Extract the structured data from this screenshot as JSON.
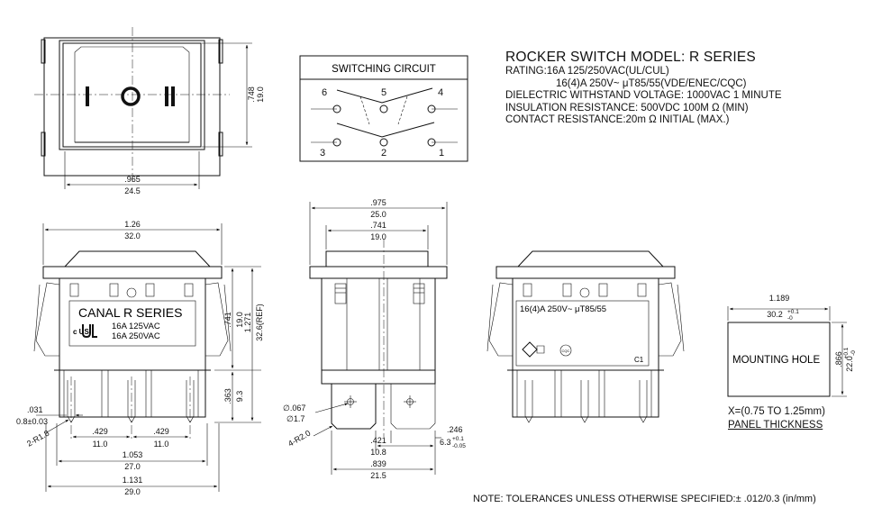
{
  "spec": {
    "title": "ROCKER SWITCH MODEL: R SERIES",
    "rating1": "RATING:16A 125/250VAC(UL/CUL)",
    "rating2": "16(4)A 250V~ μT85/55(VDE/ENEC/CQC)",
    "dielectric": "DIELECTRIC WITHSTAND VOLTAGE: 1000VAC 1 MINUTE",
    "insulation": "INSULATION RESISTANCE: 500VDC 100M Ω (MIN)",
    "contact": "CONTACT RESISTANCE:20m Ω INITIAL (MAX.)"
  },
  "circuit": {
    "title": "SWITCHING CIRCUIT",
    "terminals": [
      "6",
      "5",
      "4",
      "3",
      "2",
      "1"
    ]
  },
  "top_view": {
    "symbols": [
      "I",
      "O",
      "II"
    ],
    "dim_h_in": ".748",
    "dim_h_mm": "19.0",
    "dim_w_in": ".965",
    "dim_w_mm": "24.5"
  },
  "front_view": {
    "label_main": "CANAL R SERIES",
    "label_line1": "16A 125VAC",
    "label_line2": "16A 250VAC",
    "ul_mark": "c  US",
    "width_in": "1.26",
    "width_mm": "32.0",
    "h1_in": ".741",
    "h1_mm": "19.0",
    "h2_in": "1.271",
    "h2_mm": "32.6(REF)",
    "h3_in": ".363",
    "h3_mm": "9.3",
    "pin_in": ".031",
    "pin_mm": "0.8±0.03",
    "radius": "2-R1.8",
    "pitch1_in": ".429",
    "pitch1_mm": "11.0",
    "pitch2_in": ".429",
    "pitch2_mm": "11.0",
    "w2_in": "1.053",
    "w2_mm": "27.0",
    "w3_in": "1.131",
    "w3_mm": "29.0"
  },
  "side_view": {
    "w1_in": ".975",
    "w1_mm": "25.0",
    "w2_in": ".741",
    "w2_mm": "19.0",
    "hole_in": "∅.067",
    "hole_mm": "∅1.7",
    "radius": "4-R2.0",
    "tab_in": ".246",
    "tab_mm": "6.3",
    "tab_tol_up": "+0.1",
    "tab_tol_dn": "-0.05",
    "w3_in": ".421",
    "w3_mm": "10.8",
    "w4_in": ".839",
    "w4_mm": "21.5"
  },
  "back_view": {
    "label": "16(4)A 250V~ μT85/55",
    "cqc": "CQC",
    "code": "C1"
  },
  "mounting_hole": {
    "label": "MOUNTING HOLE",
    "w_in": "1.189",
    "w_mm": "30.2",
    "w_tol_up": "+0.1",
    "w_tol_dn": "-0",
    "h_in": ".866",
    "h_mm": "22.0",
    "h_tol_up": "+0.1",
    "h_tol_dn": "-0"
  },
  "panel": {
    "line1": "X=(0.75 TO 1.25mm)",
    "line2": "PANEL THICKNESS"
  },
  "note": "NOTE: TOLERANCES UNLESS OTHERWISE SPECIFIED:± .012/0.3 (in/mm)"
}
